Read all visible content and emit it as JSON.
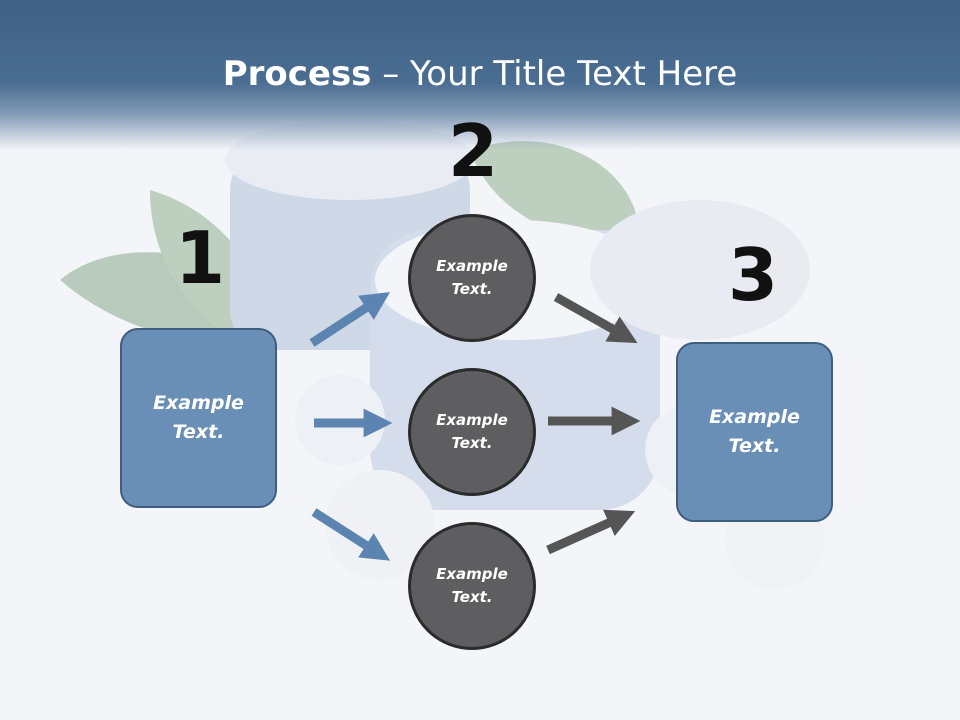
{
  "title": {
    "strong": "Process",
    "rest": " – Your Title Text Here"
  },
  "steps": [
    {
      "number": "1",
      "box_text_1": "Example",
      "box_text_2": "Text."
    },
    {
      "number": "2",
      "circles": [
        {
          "line1": "Example",
          "line2": "Text."
        },
        {
          "line1": "Example",
          "line2": "Text."
        },
        {
          "line1": "Example",
          "line2": "Text."
        }
      ]
    },
    {
      "number": "3",
      "box_text_1": "Example",
      "box_text_2": "Text."
    }
  ],
  "colors": {
    "header": "#3f6185",
    "box_fill": "#6a8fb6",
    "box_border": "#3e5e7f",
    "circle_fill": "#5e5e60",
    "blue_arrow": "#5b84b0",
    "gray_arrow": "#555555"
  }
}
